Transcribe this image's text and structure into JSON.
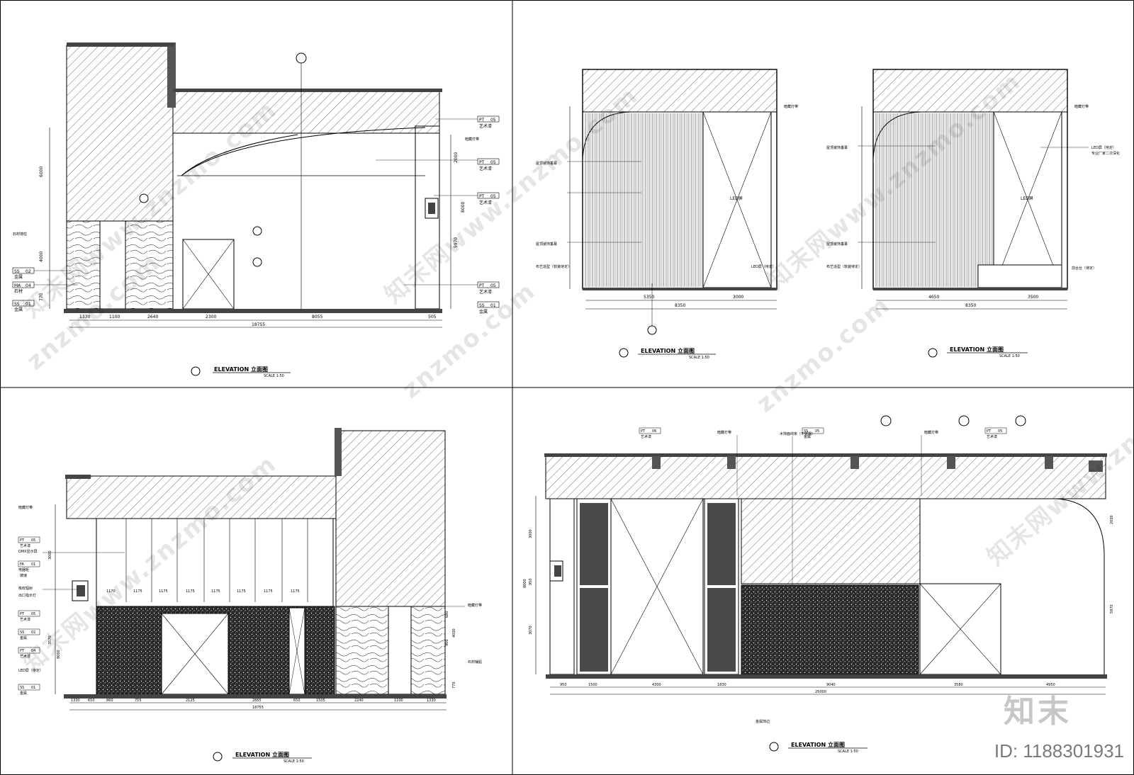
{
  "sheet": {
    "panels": [
      {
        "id": "panel-top-left",
        "caption": "ELEVATION  立面图",
        "scale": "SCALE  1:50",
        "dims": [
          "1330",
          "1100",
          "2640",
          "2300",
          "8055",
          "505",
          "18755"
        ],
        "heights": [
          "6000",
          "4000",
          "770",
          "5970",
          "8000",
          "2000"
        ],
        "tags": [
          {
            "code": "PT",
            "num": "05",
            "text": "艺术漆"
          },
          {
            "code": "PT",
            "num": "05",
            "text": "艺术漆"
          },
          {
            "code": "PT",
            "num": "05",
            "text": "艺术漆"
          },
          {
            "code": "PT",
            "num": "05",
            "text": "艺术漆"
          },
          {
            "code": "SS",
            "num": "01",
            "text": "金属"
          }
        ],
        "left_tags": [
          {
            "code": "SS",
            "num": "02",
            "text": "金属"
          },
          {
            "code": "MA",
            "num": "04",
            "text": "石材"
          },
          {
            "code": "SS",
            "num": "01",
            "text": "金属"
          }
        ],
        "notes": [
          "暗藏灯带",
          "石材墙柱"
        ]
      },
      {
        "id": "panel-top-right",
        "caption": "ELEVATION  立面图",
        "scale": "SCALE  1:50",
        "dims_a": [
          "5350",
          "3000",
          "8350"
        ],
        "dims_b": [
          "4650",
          "3500",
          "8350"
        ],
        "notes_a": [
          "暗藏灯带",
          "屋顶装饰垂幕",
          "屋顶装饰垂幕",
          "布艺造型（软装待定）",
          "LED屏（待定）"
        ],
        "notes_b": [
          "暗藏灯带",
          "LED屏（待定）",
          "专业厂家二次深化",
          "屋顶装饰垂幕",
          "屋顶装饰垂幕",
          "布艺造型（软装待定）",
          "前台台（待定）"
        ],
        "screen_label": "LED屏"
      },
      {
        "id": "panel-bottom-left",
        "caption": "ELEVATION  立面图",
        "scale": "SCALE  1:50",
        "dims": [
          "1330",
          "650",
          "860",
          "755",
          "2125",
          "2865",
          "650",
          "1505",
          "2240",
          "1100",
          "1330",
          "18755"
        ],
        "panel_widths": [
          "1170",
          "1175",
          "1175",
          "1175",
          "1175",
          "1175",
          "1175",
          "1175"
        ],
        "heights": [
          "3000",
          "3570",
          "8000",
          "4000",
          "770",
          "680",
          "900"
        ],
        "notes": [
          "暗藏灯带",
          "DMX显示屏",
          "电器柜",
          "吸收辐射",
          "出口指示灯",
          "LED屏（待定）",
          "石材铺贴",
          "暗藏灯带"
        ],
        "tags": [
          {
            "code": "PT",
            "num": "05",
            "text": "艺术漆"
          },
          {
            "code": "FA",
            "num": "01",
            "text": "玻璃"
          },
          {
            "code": "PT",
            "num": "05",
            "text": "艺术漆"
          },
          {
            "code": "SS",
            "num": "02",
            "text": "金属"
          },
          {
            "code": "PT",
            "num": "04",
            "text": "艺术漆"
          },
          {
            "code": "SS",
            "num": "01",
            "text": "金属"
          }
        ]
      },
      {
        "id": "panel-bottom-right",
        "caption": "ELEVATION  立面图",
        "scale": "SCALE  1:50",
        "dims": [
          "950",
          "1500",
          "4300",
          "1830",
          "9040",
          "3580",
          "4950",
          "25000"
        ],
        "heights": [
          "2000",
          "3000",
          "950",
          "3070",
          "8000",
          "5970"
        ],
        "notes": [
          "暗藏灯带",
          "暗藏灯带",
          "木饰面线条（不锈钢）",
          "金属饰边"
        ],
        "tags": [
          {
            "code": "PT",
            "num": "06",
            "text": "艺术漆"
          },
          {
            "code": "SS",
            "num": "05",
            "text": "金属"
          },
          {
            "code": "PT",
            "num": "05",
            "text": "艺术漆"
          }
        ]
      }
    ]
  },
  "watermark": "znzmo.com",
  "watermark_cn": "知末网www.znzmo.com",
  "brand_logo": "知末",
  "image_id": "ID: 1188301931"
}
